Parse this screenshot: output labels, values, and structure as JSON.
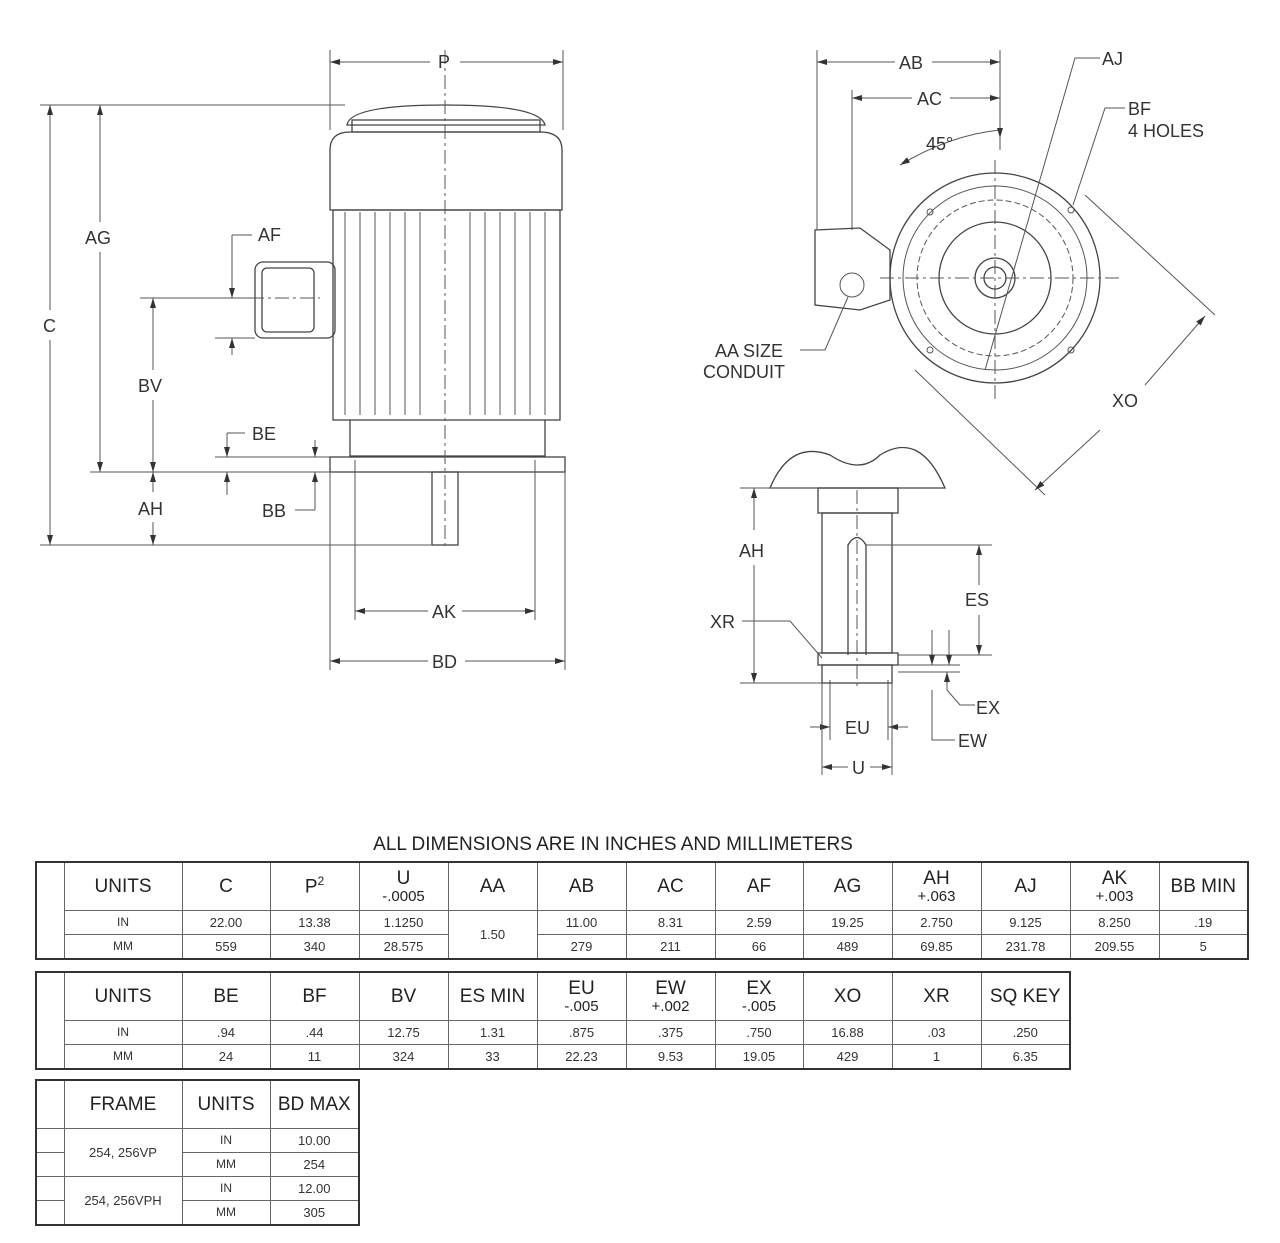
{
  "drawing": {
    "front_view": {
      "P": "P",
      "C": "C",
      "AG": "AG",
      "AF": "AF",
      "BV": "BV",
      "BE": "BE",
      "AH": "AH",
      "BB": "BB",
      "AK": "AK",
      "BD": "BD"
    },
    "end_view": {
      "AB": "AB",
      "AC": "AC",
      "angle": "45°",
      "AJ": "AJ",
      "BF_1": "BF",
      "BF_2": "4 HOLES",
      "AA_1": "AA SIZE",
      "AA_2": "CONDUIT",
      "XO": "XO"
    },
    "shaft_view": {
      "AH": "AH",
      "ES": "ES",
      "XR": "XR",
      "EX": "EX",
      "EU": "EU",
      "EW": "EW",
      "U": "U"
    }
  },
  "title": "ALL DIMENSIONS ARE IN INCHES AND MILLIMETERS",
  "table1": {
    "headers": [
      [
        "UNITS",
        ""
      ],
      [
        "C",
        ""
      ],
      [
        "P",
        "2"
      ],
      [
        "U",
        "-.0005"
      ],
      [
        "AA",
        ""
      ],
      [
        "AB",
        ""
      ],
      [
        "AC",
        ""
      ],
      [
        "AF",
        ""
      ],
      [
        "AG",
        ""
      ],
      [
        "AH",
        "+.063"
      ],
      [
        "AJ",
        ""
      ],
      [
        "AK",
        "+.003"
      ],
      [
        "BB MIN",
        ""
      ]
    ],
    "rows": [
      [
        "IN",
        "22.00",
        "13.38",
        "1.1250",
        "1.50",
        "11.00",
        "8.31",
        "2.59",
        "19.25",
        "2.750",
        "9.125",
        "8.250",
        ".19"
      ],
      [
        "MM",
        "559",
        "340",
        "28.575",
        "",
        "279",
        "211",
        "66",
        "489",
        "69.85",
        "231.78",
        "209.55",
        "5"
      ]
    ]
  },
  "table2": {
    "headers": [
      [
        "UNITS",
        ""
      ],
      [
        "BE",
        ""
      ],
      [
        "BF",
        ""
      ],
      [
        "BV",
        ""
      ],
      [
        "ES MIN",
        ""
      ],
      [
        "EU",
        "-.005"
      ],
      [
        "EW",
        "+.002"
      ],
      [
        "EX",
        "-.005"
      ],
      [
        "XO",
        ""
      ],
      [
        "XR",
        ""
      ],
      [
        "SQ KEY",
        ""
      ]
    ],
    "rows": [
      [
        "IN",
        ".94",
        ".44",
        "12.75",
        "1.31",
        ".875",
        ".375",
        ".750",
        "16.88",
        ".03",
        ".250"
      ],
      [
        "MM",
        "24",
        "11",
        "324",
        "33",
        "22.23",
        "9.53",
        "19.05",
        "429",
        "1",
        "6.35"
      ]
    ]
  },
  "table3": {
    "headers": [
      "FRAME",
      "UNITS",
      "BD MAX"
    ],
    "groups": [
      {
        "frame": "254, 256VP",
        "rows": [
          [
            "IN",
            "10.00"
          ],
          [
            "MM",
            "254"
          ]
        ]
      },
      {
        "frame": "254, 256VPH",
        "rows": [
          [
            "IN",
            "12.00"
          ],
          [
            "MM",
            "305"
          ]
        ]
      }
    ]
  }
}
